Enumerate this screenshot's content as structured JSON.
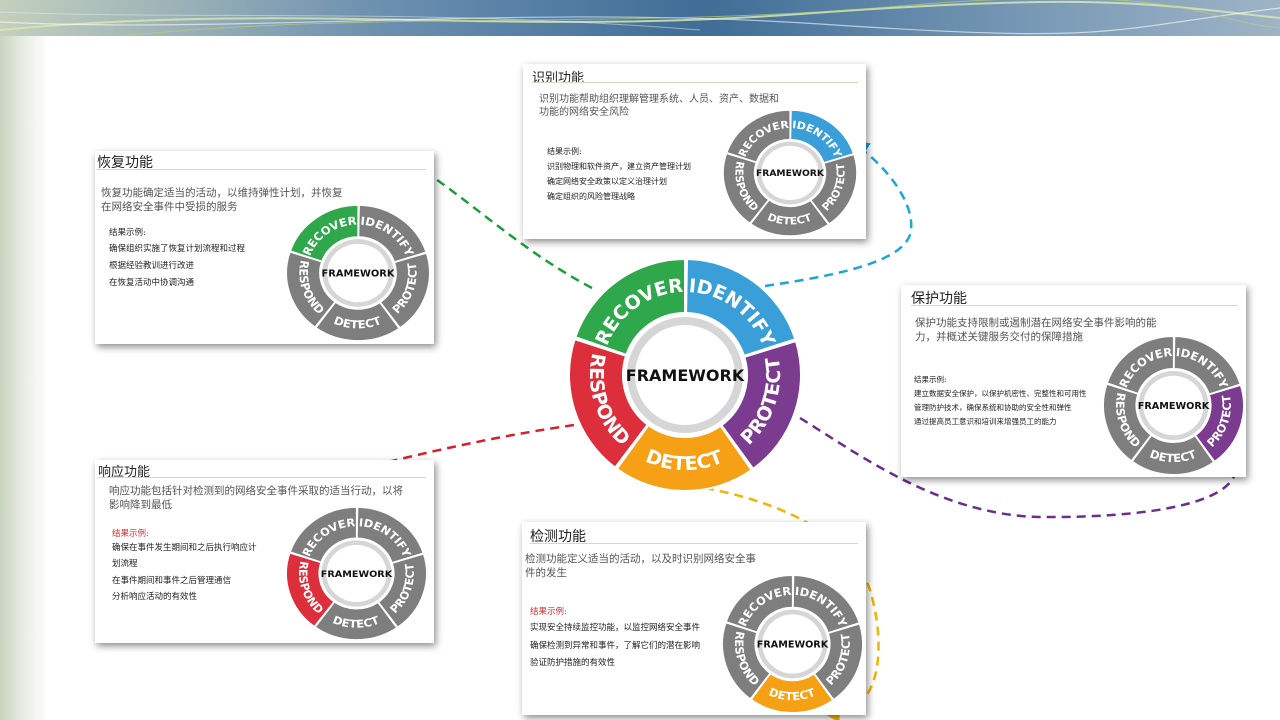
{
  "framework": {
    "center_label": "FRAMEWORK",
    "segments": {
      "recover": "RECOVER",
      "identify": "IDENTIFY",
      "protect": "PROTECT",
      "detect": "DETECT",
      "respond": "RESPOND"
    }
  },
  "colors": {
    "recover": "#2ea84a",
    "identify": "#3a9fd8",
    "protect": "#7b3b8e",
    "detect": "#f5a015",
    "respond": "#dd2e3c",
    "inactive": "#7e7e7e",
    "center_ring": "#d6d6d6"
  },
  "cards": {
    "identify": {
      "title": "识别功能",
      "description": "识别功能帮助组织理解管理系统、人员、资产、数据和功能的网络安全风险",
      "outcomes_label": "结果示例:",
      "items": [
        "识别物理和软件资产，建立资产管理计划",
        "确定网络安全政策以定义治理计划",
        "确定组织的风险管理战略"
      ]
    },
    "recover": {
      "title": "恢复功能",
      "description": "恢复功能确定适当的活动，以维持弹性计划，并恢复在网络安全事件中受损的服务",
      "outcomes_label": "结果示例:",
      "items": [
        "确保组织实施了恢复计划流程和过程",
        "根据经验教训进行改进",
        "在恢复活动中协调沟通"
      ]
    },
    "protect": {
      "title": "保护功能",
      "description": "保护功能支持限制或遏制潜在网络安全事件影响的能力，并概述关键服务交付的保障措施",
      "outcomes_label": "结果示例:",
      "items": [
        "建立数据安全保护，以保护机密性、完整性和可用性",
        "管理防护技术，确保系统和协助的安全性和弹性",
        "通过提高员工意识和培训来增强员工的能力"
      ]
    },
    "respond": {
      "title": "响应功能",
      "description": "响应功能包括针对检测到的网络安全事件采取的适当行动，以将影响降到最低",
      "outcomes_label": "结果示例:",
      "items": [
        "确保在事件发生期间和之后执行响应计划流程",
        "在事件期间和事件之后管理通信",
        "分析响应活动的有效性"
      ]
    },
    "detect": {
      "title": "检测功能",
      "description": "检测功能定义适当的活动，以及时识别网络安全事件的发生",
      "outcomes_label": "结果示例:",
      "items": [
        "实现安全持续监控功能，以监控网络安全事件",
        "确保检测到异常和事件，了解它们的潜在影响",
        "验证防护措施的有效性"
      ]
    }
  }
}
